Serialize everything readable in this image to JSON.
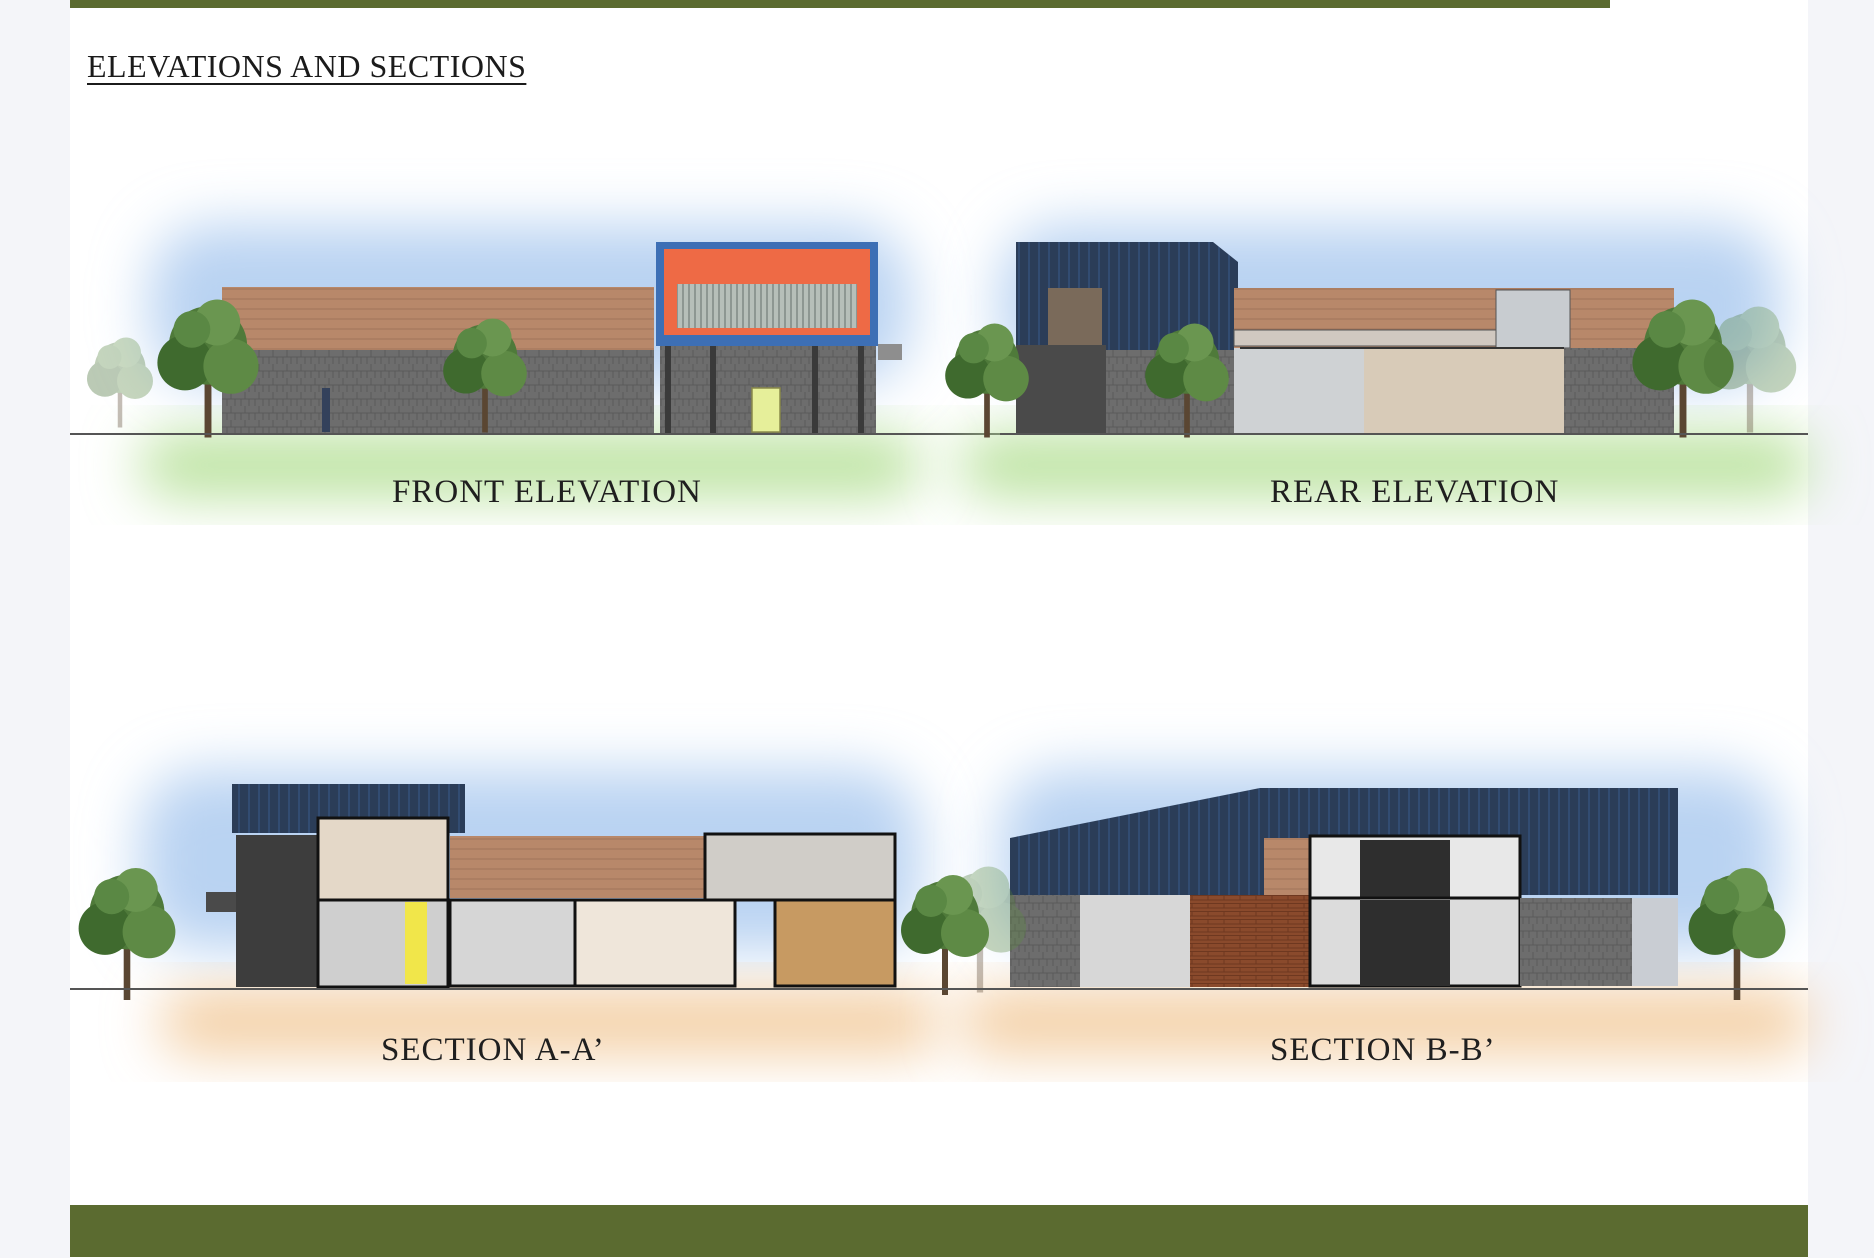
{
  "sheet": {
    "title": "ELEVATIONS AND SECTIONS",
    "colors": {
      "band": "#5b6b30",
      "sky": "#b9d3f2",
      "grass": "#b7e19a",
      "earth": "#f3cc9f",
      "roof": "#24344c",
      "wood": "#b58967",
      "stone": "#6b6b6b",
      "accent_orange": "#ee6a45",
      "accent_blue": "#3d6fb5"
    }
  },
  "drawings": {
    "front_elevation": {
      "label": "FRONT ELEVATION"
    },
    "rear_elevation": {
      "label": "REAR ELEVATION"
    },
    "section_a": {
      "label": "SECTION A-A’"
    },
    "section_b": {
      "label": "SECTION B-B’"
    }
  }
}
